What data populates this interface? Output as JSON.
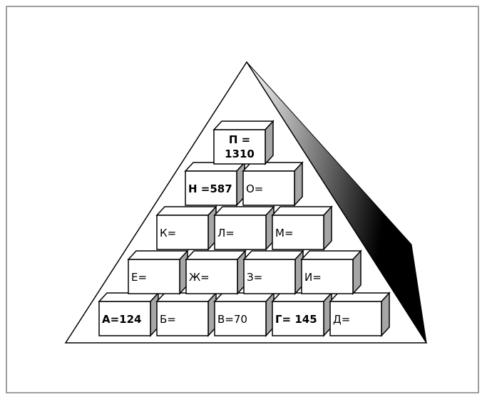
{
  "colors": {
    "frame": "#7f7f7f",
    "outline": "#000000",
    "cube_front": "#ffffff",
    "cube_top": "#ffffff",
    "cube_side": "#a6a6a6",
    "shadow_light": "#ffffff",
    "shadow_dark": "#000000"
  },
  "rows": [
    [
      {
        "id": "a",
        "label": "А=124",
        "bold": true
      },
      {
        "id": "b",
        "label": "Б=",
        "bold": false
      },
      {
        "id": "v",
        "label": "В=70",
        "bold": false
      },
      {
        "id": "g",
        "label": "Г= 145",
        "bold": true
      },
      {
        "id": "d",
        "label": "Д=",
        "bold": false
      }
    ],
    [
      {
        "id": "e",
        "label": "Е=",
        "bold": false
      },
      {
        "id": "zh",
        "label": "Ж=",
        "bold": false
      },
      {
        "id": "z",
        "label": "З=",
        "bold": false
      },
      {
        "id": "i",
        "label": "И=",
        "bold": false
      }
    ],
    [
      {
        "id": "k",
        "label": "К=",
        "bold": false
      },
      {
        "id": "l",
        "label": "Л=",
        "bold": false
      },
      {
        "id": "m",
        "label": "М=",
        "bold": false
      }
    ],
    [
      {
        "id": "n",
        "label": "Н =587",
        "bold": true
      },
      {
        "id": "o",
        "label": "О=",
        "bold": false
      }
    ],
    [
      {
        "id": "p",
        "label": "П =\n1310",
        "bold": true
      }
    ]
  ]
}
